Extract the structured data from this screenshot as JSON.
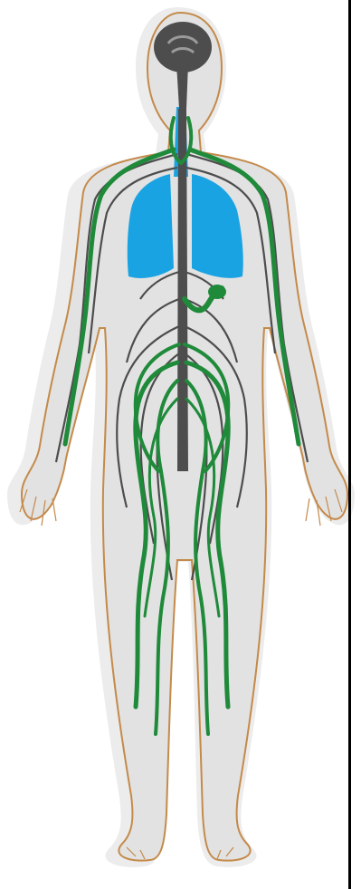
{
  "diagram": {
    "subject": "human-body-nervous-system",
    "parts": [
      "brain",
      "spinal-cord",
      "lungs",
      "nerves",
      "vagus-nerve",
      "body-outline"
    ],
    "colors": {
      "body_fill": "#e4e4e4",
      "body_halo": "#ececec",
      "body_outline": "#c48a4a",
      "nervous_gray": "#4d4d4d",
      "nerve_green": "#1f8a3a",
      "lungs_blue": "#1aa3e3",
      "frame_line": "#000000"
    }
  }
}
